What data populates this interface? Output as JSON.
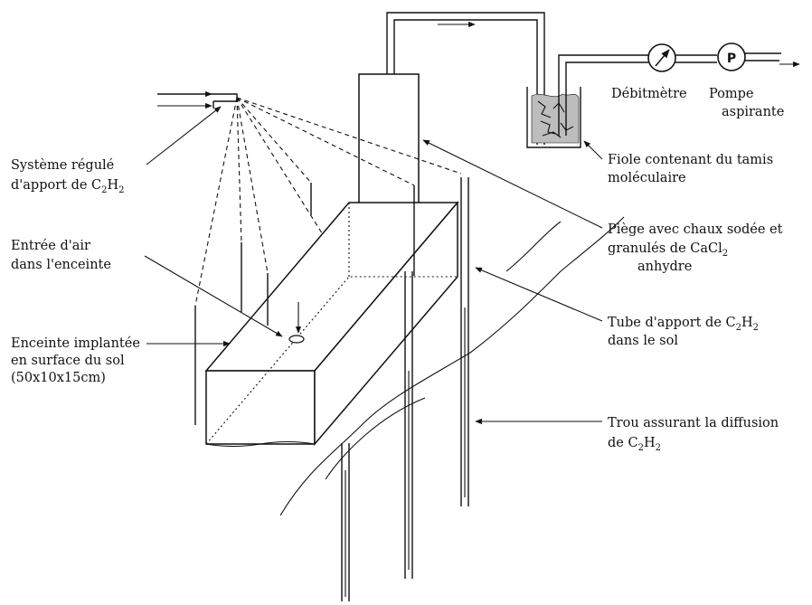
{
  "labels": {
    "systeme_l1": "Système régulé",
    "systeme_l2_pre": "d'apport de C",
    "entree_l1": "Entrée d'air",
    "entree_l2": "dans l'enceinte",
    "enceinte_l1": "Enceinte implantée",
    "enceinte_l2": "en surface du sol",
    "enceinte_l3": "(50x10x15cm)",
    "debitmetre": "Débitmètre",
    "pompe_l1": "Pompe",
    "pompe_l2": "aspirante",
    "fiole_l1": "Fiole contenant du tamis",
    "fiole_l2": "moléculaire",
    "piege_l1": "Piège avec chaux sodée et",
    "piege_l2_pre": "granulés de CaCl",
    "piege_l3": "anhydre",
    "tube_l1_pre": "Tube d'apport de C",
    "tube_l1_mid": "H",
    "tube_l2": "dans le sol",
    "trou_l1": "Trou assurant la diffusion",
    "trou_l2_pre": "de C",
    "trou_l2_mid": "H",
    "sub2": "2",
    "pump_glyph": "P"
  },
  "icons": {
    "flowmeter": "flowmeter-gauge-icon",
    "pump": "pump-icon",
    "flow_arrow": "arrow-right-icon"
  }
}
